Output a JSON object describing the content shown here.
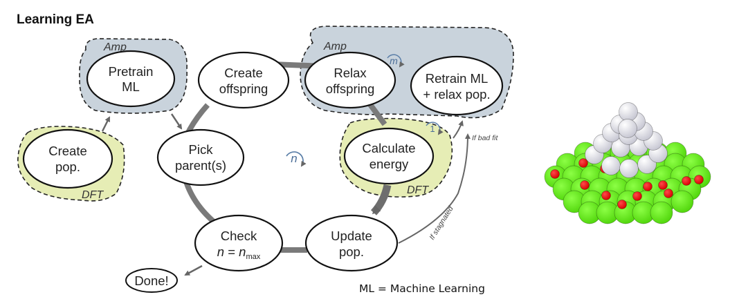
{
  "title": "Learning EA",
  "footnote": "ML = Machine Learning",
  "nodes": {
    "create_pop": [
      "Create",
      "pop."
    ],
    "pretrain_ml": [
      "Pretrain",
      "ML"
    ],
    "create_offspring": [
      "Create",
      "offspring"
    ],
    "relax_offspring": [
      "Relax",
      "offspring"
    ],
    "retrain_ml": [
      "Retrain ML",
      "+ relax pop."
    ],
    "pick_parents": [
      "Pick",
      "parent(s)"
    ],
    "calculate_energy": [
      "Calculate",
      "energy"
    ],
    "check": {
      "line1": "Check",
      "n_left": "n",
      "eq": " = ",
      "n_right": "n",
      "subscript": "max"
    },
    "update_pop": [
      "Update",
      "pop."
    ],
    "done": "Done!"
  },
  "regions": {
    "amp_pretrain": "Amp",
    "amp_relax": "Amp",
    "dft_create": "DFT",
    "dft_energy": "DFT"
  },
  "badges": {
    "m_loop": "m",
    "one_loop": "1",
    "n_loop": "n"
  },
  "edge_labels": {
    "if_bad_fit": "If bad fit",
    "if_stagnated": "If stagnated"
  },
  "colors": {
    "amp_fill": "#c9d3dc",
    "dft_fill": "#e6edb5",
    "ring": "#7a7a7a",
    "arrow": "#666666",
    "cluster_green": "#66f21b",
    "cluster_red": "#ff0000",
    "cluster_grey": "#d8d8e2"
  }
}
